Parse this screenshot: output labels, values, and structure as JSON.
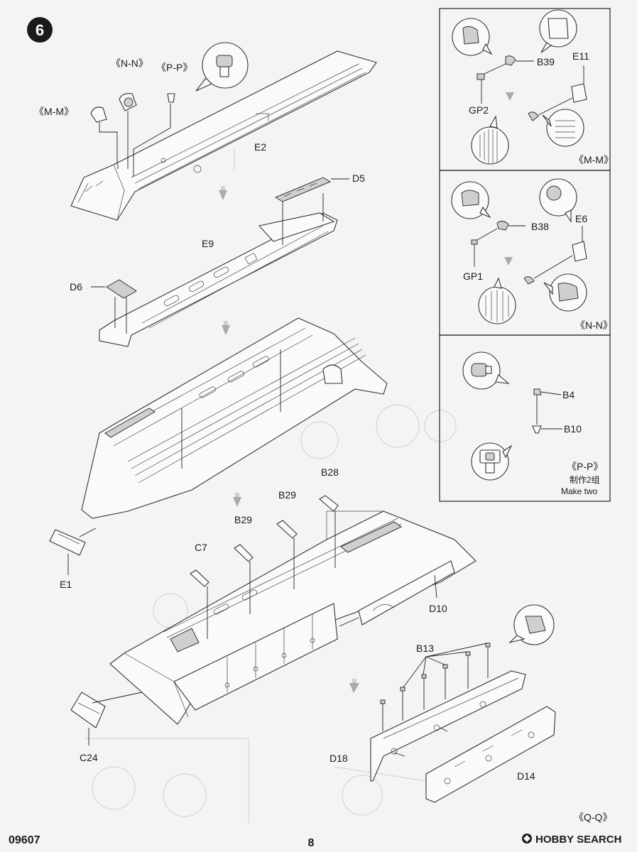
{
  "step": {
    "number": "6"
  },
  "footer": {
    "code": "09607",
    "page": "8",
    "watermark": "HOBBY SEARCH"
  },
  "callouts": {
    "mm_main": "《M-M》",
    "nn_main": "《N-N》",
    "pp_main": "《P-P》",
    "mm_detail": "《M-M》",
    "nn_detail": "《N-N》",
    "pp_detail": "《P-P》",
    "qq_detail": "《Q-Q》"
  },
  "pp_note": {
    "cn": "制作2组",
    "en": "Make two"
  },
  "part_labels": {
    "E2": "E2",
    "D5": "D5",
    "E9": "E9",
    "D6": "D6",
    "E1": "E1",
    "B28": "B28",
    "B29a": "B29",
    "B29b": "B29",
    "C7": "C7",
    "D10": "D10",
    "B13": "B13",
    "C24": "C24",
    "D18": "D18",
    "D14": "D14",
    "B39": "B39",
    "E11": "E11",
    "GP2": "GP2",
    "B38": "B38",
    "E6": "E6",
    "GP1": "GP1",
    "B4": "B4",
    "B10": "B10"
  },
  "colors": {
    "ink": "#1a1a1a",
    "paper": "#f4f4f2",
    "part_fill": "#fafafa",
    "arrow": "#aaaaaa",
    "badge": "#1a1a1a"
  },
  "icons": [
    "step-badge",
    "down-arrow-icon",
    "watermark-logo-icon"
  ]
}
